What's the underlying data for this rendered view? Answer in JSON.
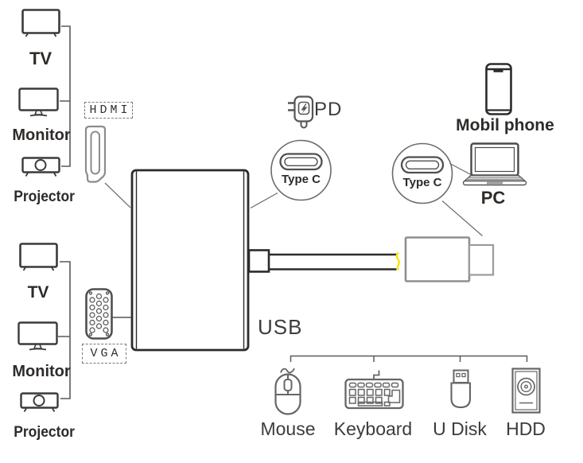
{
  "hdmi_group": {
    "tv_label": "TV",
    "monitor_label": "Monitor",
    "projector_label": "Projector",
    "port_label": "HDMI"
  },
  "vga_group": {
    "tv_label": "TV",
    "monitor_label": "Monitor",
    "projector_label": "Projector",
    "port_label": "VGA"
  },
  "power": {
    "pd_label": "PD"
  },
  "hub": {
    "typec_top_label": "Type C",
    "typec_right_label": "Type C",
    "usb_label": "USB"
  },
  "hosts": {
    "phone_label": "Mobil phone",
    "pc_label": "PC"
  },
  "usb_devices": {
    "mouse_label": "Mouse",
    "keyboard_label": "Keyboard",
    "udisk_label": "U Disk",
    "hdd_label": "HDD"
  },
  "colors": {
    "stroke_dark": "#2b2b2b",
    "stroke_mid": "#565656",
    "stroke_light_gray": "#8c8c8c",
    "device_icon_gray": "#666666",
    "text_dark": "#2e2b29",
    "text_gray": "#3c3c3c",
    "cable_break_yellow": "#ffe400",
    "background": "#ffffff"
  }
}
